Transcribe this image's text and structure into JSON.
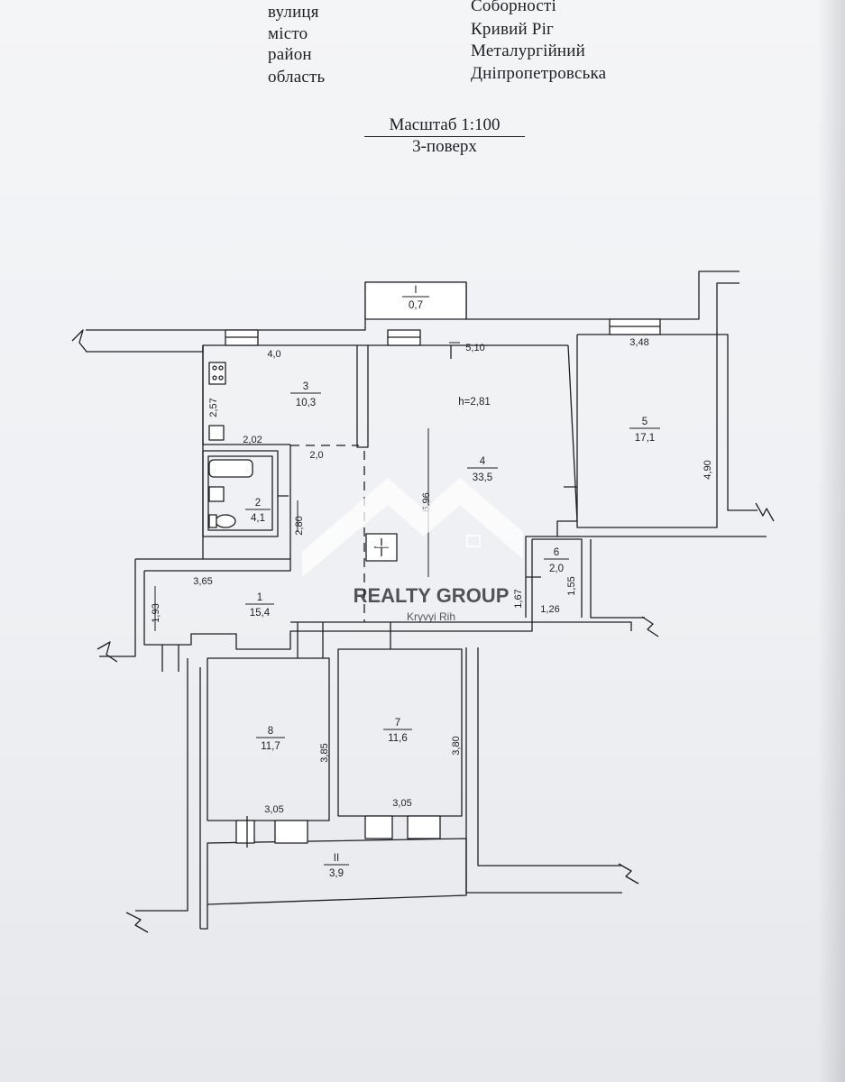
{
  "address": {
    "street_label": "вулиця",
    "street_value": "Соборності",
    "city_label": "місто",
    "city_value": "Кривий Ріг",
    "district_label": "район",
    "district_value": "Металургійний",
    "region_label": "область",
    "region_value": "Дніпропетровська"
  },
  "scale": "Масштаб 1:100",
  "floor": "3-поверх",
  "rooms": [
    {
      "num": "1",
      "area": "15,4"
    },
    {
      "num": "2",
      "area": "4,1"
    },
    {
      "num": "3",
      "area": "10,3"
    },
    {
      "num": "4",
      "area": "33,5"
    },
    {
      "num": "5",
      "area": "17,1"
    },
    {
      "num": "6",
      "area": "2,0"
    },
    {
      "num": "7",
      "area": "11,6"
    },
    {
      "num": "8",
      "area": "11,7"
    },
    {
      "num": "I",
      "area": "0,7"
    },
    {
      "num": "II",
      "area": "3,9"
    }
  ],
  "ceiling_height": "h=2,81",
  "dimensions": {
    "d_4_0": "4,0",
    "d_5_10": "5,10",
    "d_3_48": "3,48",
    "d_2_57": "2,57",
    "d_2_02": "2,02",
    "d_2_0": "2,0",
    "d_6_96": "6,96",
    "d_4_90": "4,90",
    "d_2_80": "2,80",
    "d_3_65": "3,65",
    "d_1_93": "1,93",
    "d_1_67": "1,67",
    "d_1_55": "1,55",
    "d_1_26": "1,26",
    "d_3_85": "3,85",
    "d_3_80": "3,80",
    "d_3_05_a": "3,05",
    "d_3_05_b": "3,05"
  },
  "watermark": {
    "brand": "REALTY GROUP",
    "city": "Kryvyi Rih"
  },
  "colors": {
    "ink": "#1d1f24",
    "paper": "#f1f2f5",
    "wall_fill": "#ffffff",
    "watermark": "#ffffff"
  }
}
